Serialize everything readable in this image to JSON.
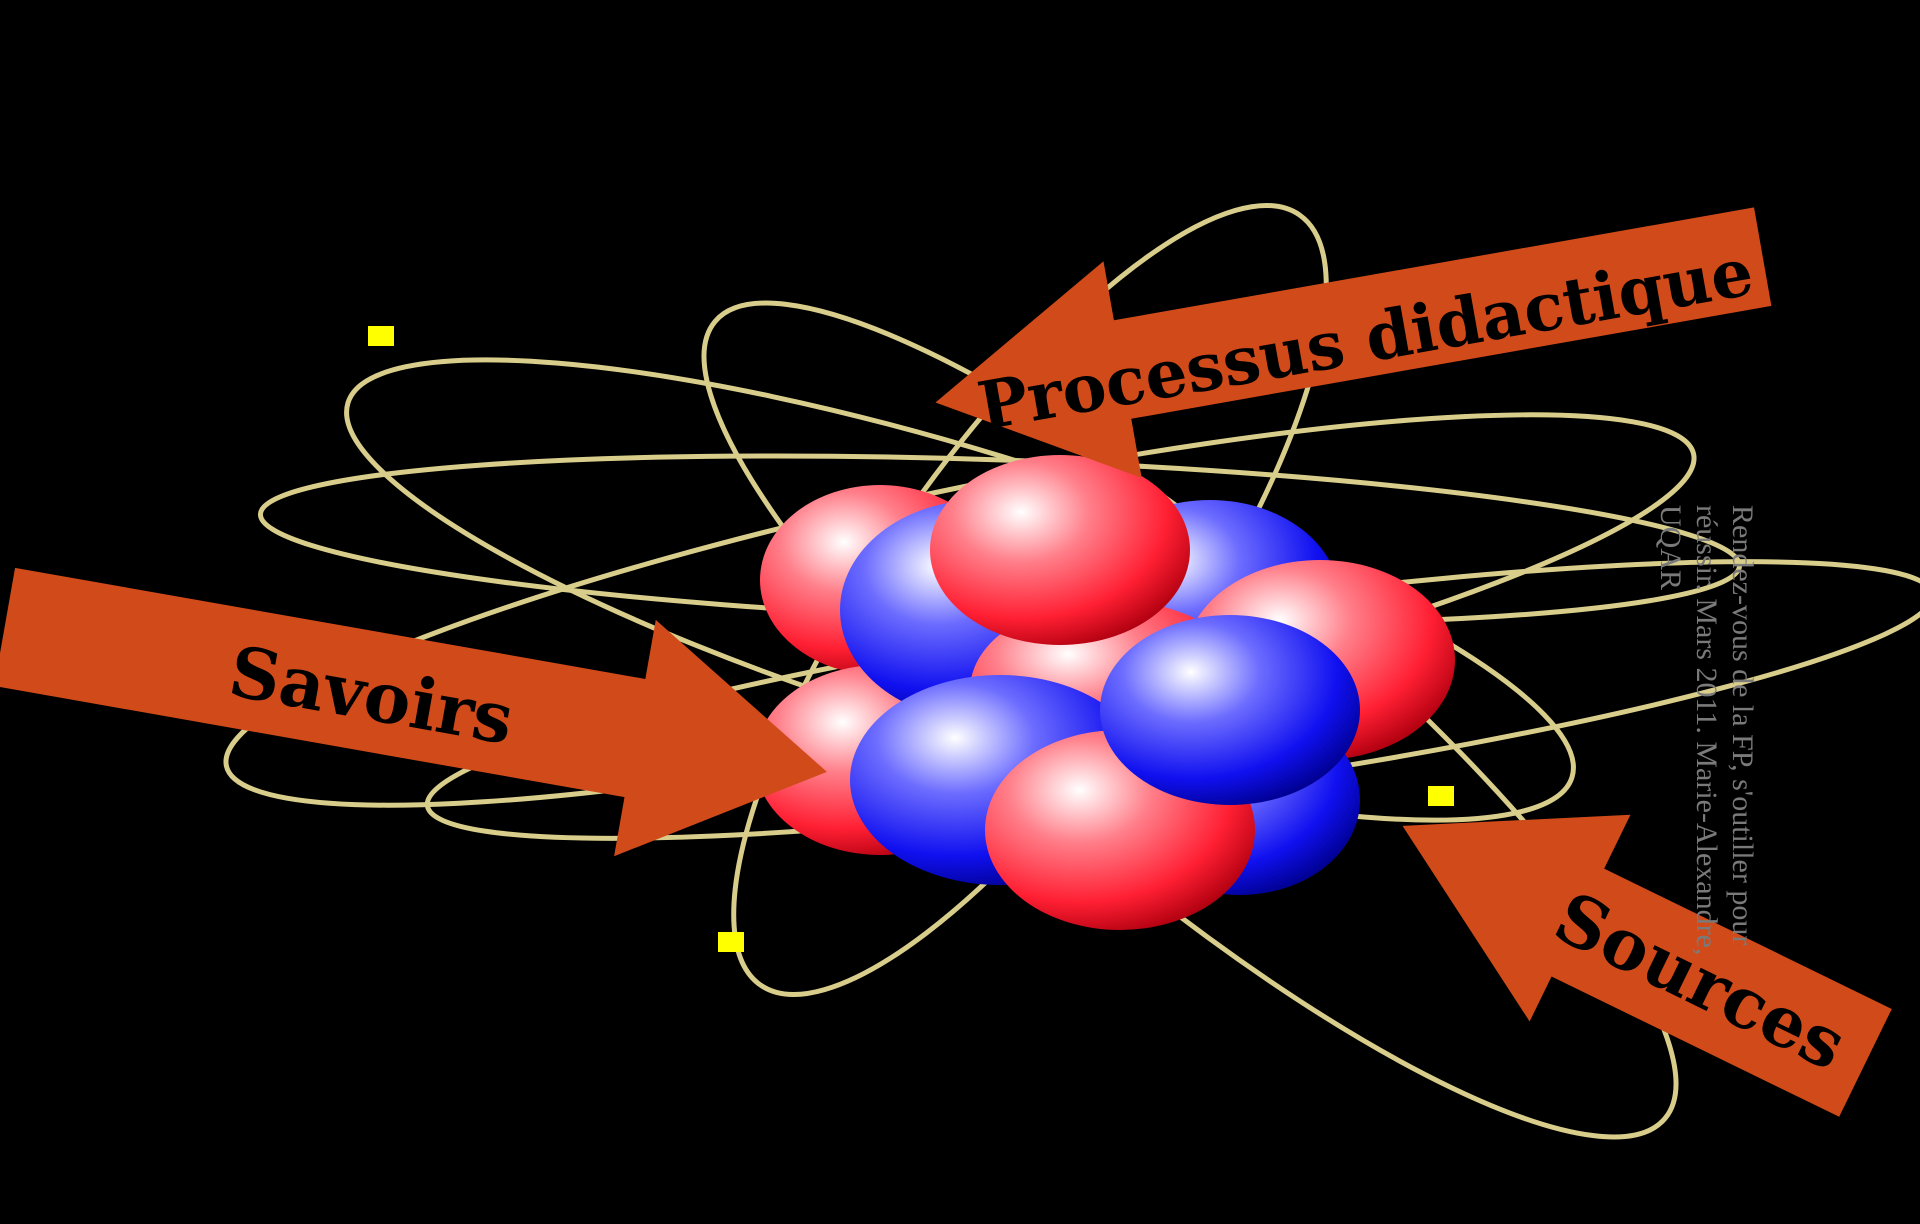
{
  "colors": {
    "background": "#000000",
    "arrow_fill": "#d14a1a",
    "orbit": "#d8cd8a",
    "electron": "#ffff00",
    "proton": "#ff2a3c",
    "neutron": "#1414ff",
    "note_text": "#7a7a7a"
  },
  "arrows": {
    "top_label": "Processus didactique",
    "left_label": "Savoirs",
    "bottom_label": "Sources"
  },
  "footer": {
    "note": "Rendez-vous de la FP, s'outiller pour réussir. Mars 2011. Marie-Alexandre, UQAR"
  }
}
